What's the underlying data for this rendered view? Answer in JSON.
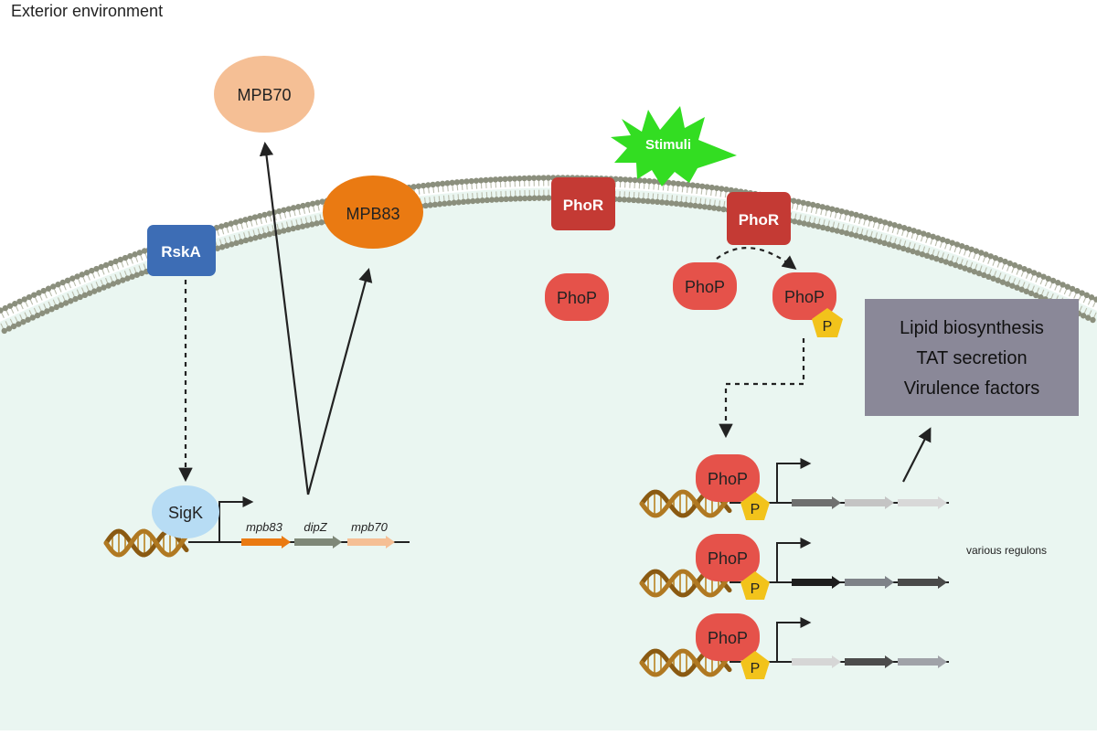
{
  "labels": {
    "exterior": "Exterior environment",
    "mpb70": "MPB70",
    "mpb83": "MPB83",
    "rska": "RskA",
    "stimuli": "Stimuli",
    "phor_left": "PhoR",
    "phor_right": "PhoR",
    "phop_free": "PhoP",
    "phop_unphos": "PhoP",
    "phop_phos": "PhoP",
    "phosphate": "P",
    "sigk": "SigK",
    "gene_mpb83": "mpb83",
    "gene_dipz": "dipZ",
    "gene_mpb70": "mpb70",
    "various_regulons": "various regulons"
  },
  "output_box": {
    "lines": [
      "Lipid biosynthesis",
      "TAT secretion",
      "Virulence factors"
    ]
  },
  "promoter_complexes": [
    {
      "protein": "PhoP",
      "phosphate": "P"
    },
    {
      "protein": "PhoP",
      "phosphate": "P"
    },
    {
      "protein": "PhoP",
      "phosphate": "P"
    }
  ],
  "colors": {
    "cytoplasm": "#eaf6f1",
    "membrane_head": "#8b8f7d",
    "membrane_tail": "#c9ccbd",
    "rska": "#3d6db5",
    "mpb70": "#f5bf95",
    "mpb83": "#ea7a12",
    "stimuli": "#33dd22",
    "phor": "#c43a34",
    "phop": "#e5524a",
    "phosphate": "#f2c31b",
    "sigk": "#b7dcf4",
    "box": "#8a8898",
    "dna": "#b07922"
  }
}
